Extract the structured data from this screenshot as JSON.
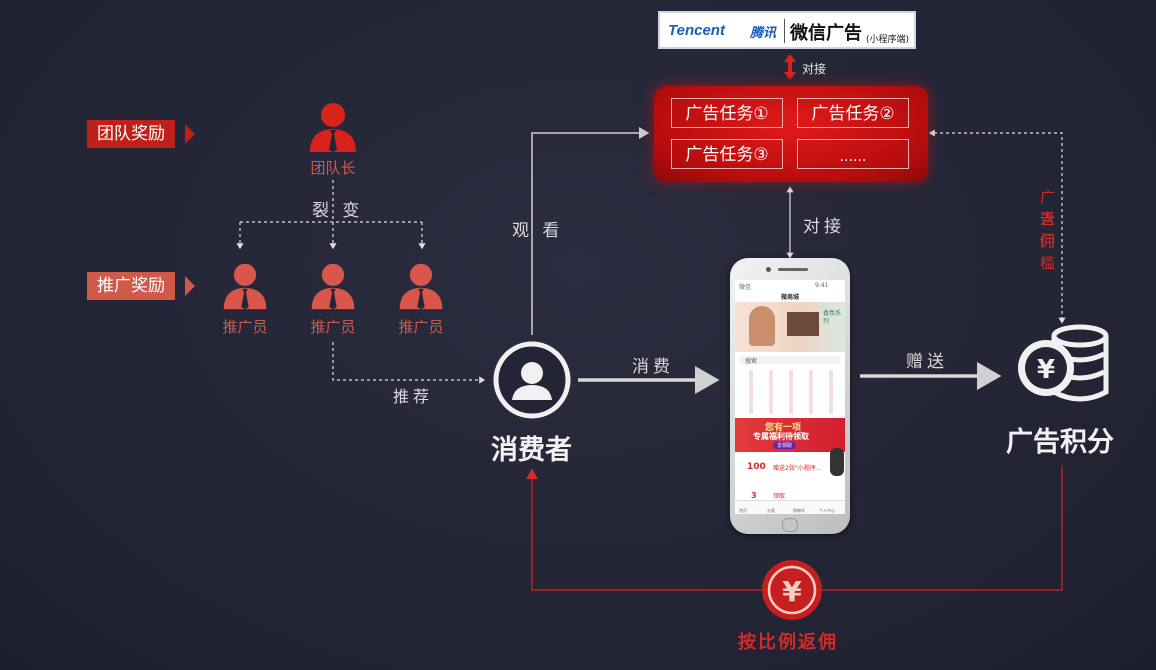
{
  "tencent_banner": {
    "brand": "Tencent",
    "brand_cn": "腾讯",
    "product": "微信广告",
    "sub": "(小程序端)"
  },
  "link_top": "对接",
  "tasks": [
    "广告任务①",
    "广告任务②",
    "广告任务③",
    "......"
  ],
  "link_mid": "对接",
  "left_tags": {
    "team": "团队奖励",
    "promo": "推广奖励"
  },
  "leader": "团队长",
  "fission": "裂 变",
  "promoters": [
    "推广员",
    "推广员",
    "推广员"
  ],
  "recommend": "推荐",
  "watch": "观 看",
  "consume": "消费",
  "gift": "赠送",
  "consumer": "消费者",
  "points": "广告积分",
  "ad_threshold_cols": [
    "广告",
    "返佣",
    "门槛"
  ],
  "rebate": "按比例返佣",
  "phone": {
    "status_left": "微信",
    "status_right": "9:41",
    "title": "微商城",
    "banner_text": "香氛系列",
    "search": "搜索",
    "promo_line1": "您有一项",
    "promo_line2": "专属福利待领取",
    "promo_btn": "去领取",
    "coupon_value": "100",
    "coupon_text": "赠送2张“小程序...",
    "coupon_value2": "3",
    "coupon_text2": "领取",
    "tabs": [
      "首页",
      "分类",
      "购物车",
      "个人中心"
    ]
  },
  "colors": {
    "accent": "#d32a2a",
    "bg": "#232536",
    "person": "#d8564a"
  }
}
